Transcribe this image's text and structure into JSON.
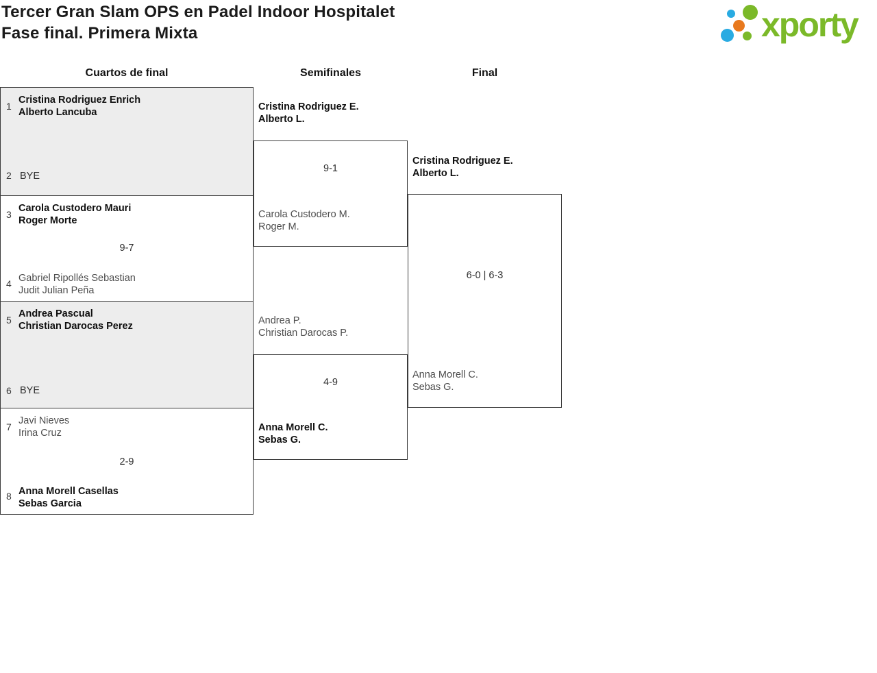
{
  "header": {
    "title_line1": "Tercer Gran Slam OPS en Padel Indoor Hospitalet",
    "title_line2": "Fase final. Primera Mixta",
    "logo_text": "xporty"
  },
  "colors": {
    "logo_green": "#7bb929",
    "logo_blue": "#29abe2",
    "logo_orange": "#e8791e",
    "box_gray": "#ededed",
    "border": "#3a3a3a",
    "winner_text": "#0f0f0f",
    "loser_text": "#4d4d4d"
  },
  "rounds": {
    "quarterfinals_label": "Cuartos de final",
    "semifinals_label": "Semifinales",
    "final_label": "Final"
  },
  "bracket": {
    "quarterfinals": [
      {
        "top_seed": "1",
        "top": {
          "p1": "Cristina Rodriguez Enrich",
          "p2": "Alberto Lancuba"
        },
        "bottom_seed": "2",
        "bye": "BYE"
      },
      {
        "top_seed": "3",
        "top": {
          "p1": "Carola Custodero Mauri",
          "p2": "Roger Morte"
        },
        "score": "9-7",
        "bottom_seed": "4",
        "bottom": {
          "p1": "Gabriel Ripollés Sebastian",
          "p2": "Judit Julian Peña"
        }
      },
      {
        "top_seed": "5",
        "top": {
          "p1": "Andrea Pascual",
          "p2": "Christian Darocas Perez"
        },
        "bottom_seed": "6",
        "bye": "BYE"
      },
      {
        "top_seed": "7",
        "top": {
          "p1": "Javi Nieves",
          "p2": "Irina Cruz"
        },
        "score": "2-9",
        "bottom_seed": "8",
        "bottom": {
          "p1": "Anna Morell Casellas",
          "p2": "Sebas Garcia"
        }
      }
    ],
    "semifinals": [
      {
        "top": {
          "p1": "Cristina Rodriguez E.",
          "p2": "Alberto L."
        },
        "score": "9-1",
        "bottom": {
          "p1": "Carola Custodero M.",
          "p2": "Roger M."
        }
      },
      {
        "top": {
          "p1": "Andrea P.",
          "p2": "Christian Darocas P."
        },
        "score": "4-9",
        "bottom": {
          "p1": "Anna Morell C.",
          "p2": "Sebas G."
        }
      }
    ],
    "final": {
      "top": {
        "p1": "Cristina Rodriguez E.",
        "p2": "Alberto L."
      },
      "score": "6-0 | 6-3",
      "bottom": {
        "p1": "Anna Morell C.",
        "p2": "Sebas G."
      }
    }
  }
}
